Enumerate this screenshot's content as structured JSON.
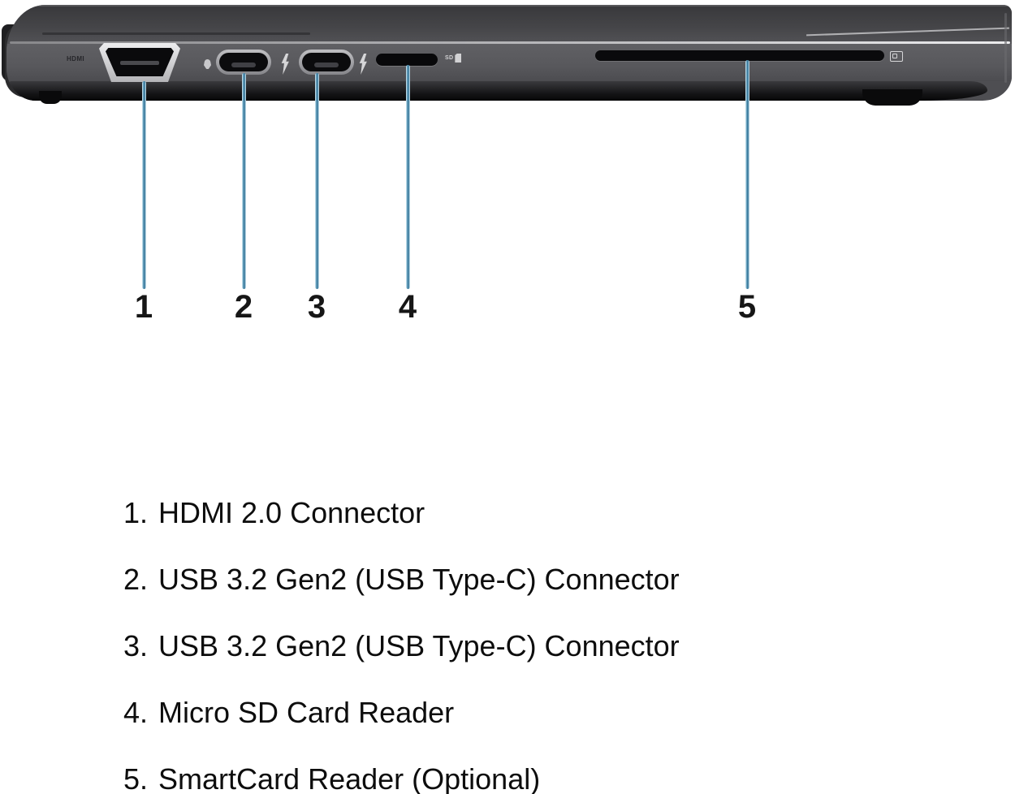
{
  "figure": {
    "device": "laptop-left-side-view",
    "port_labels": {
      "hdmi": "HDMI",
      "sd": "SD"
    },
    "icons": {
      "thunderbolt": "lightning-bolt glyph (SVG shape)",
      "micro_sd_card": "small card shape with notched corner",
      "smartcard": "card outline with chip square",
      "port_indicator": "small white plug mark"
    },
    "callouts": [
      {
        "number": "1"
      },
      {
        "number": "2"
      },
      {
        "number": "3"
      },
      {
        "number": "4"
      },
      {
        "number": "5"
      }
    ]
  },
  "legend": {
    "items": [
      {
        "number": "1.",
        "label": "HDMI 2.0 Connector"
      },
      {
        "number": "2.",
        "label": "USB 3.2 Gen2 (USB Type-C) Connector"
      },
      {
        "number": "3.",
        "label": "USB 3.2 Gen2 (USB Type-C) Connector"
      },
      {
        "number": "4.",
        "label": "Micro SD Card Reader"
      },
      {
        "number": "5.",
        "label": "SmartCard Reader (Optional)"
      }
    ]
  },
  "colors": {
    "background": "#ffffff",
    "laptop_lid": "#454548",
    "laptop_base": "#58585c",
    "laptop_underside": "#141416",
    "seam_highlight": "#c9c9cc",
    "port_bezel_silver": "#c0c0c3",
    "port_interior": "#0a0a0c",
    "callout_line_blue": "#3f7fa3",
    "text": "#0d0d0d"
  }
}
